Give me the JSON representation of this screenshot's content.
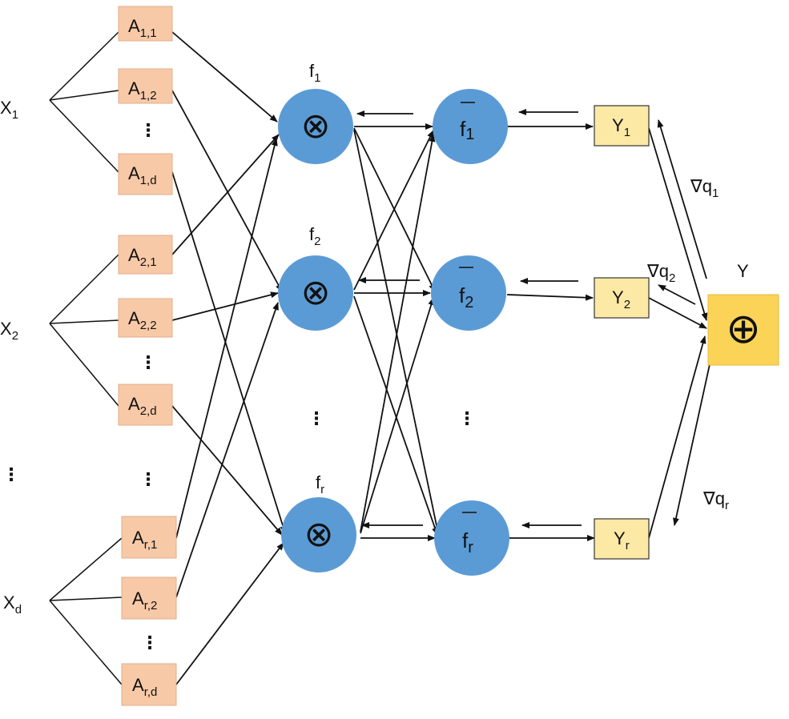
{
  "colors": {
    "a_box_fill": "#f8c9a7",
    "a_box_stroke": "#e2ad8d",
    "circle_fill": "#5b9bd5",
    "y_box_fill": "#fde9a6",
    "y_box_stroke": "#333333",
    "sum_fill": "#fbd357",
    "sum_stroke": "#e6b93c"
  },
  "inputs": [
    {
      "base": "X",
      "sub": "1"
    },
    {
      "base": "X",
      "sub": "2"
    },
    {
      "base": "X",
      "sub": "d"
    }
  ],
  "a_nodes": [
    {
      "base": "A",
      "sub": "1,1"
    },
    {
      "base": "A",
      "sub": "1,2"
    },
    {
      "base": "A",
      "sub": "1,d"
    },
    {
      "base": "A",
      "sub": "2,1"
    },
    {
      "base": "A",
      "sub": "2,2"
    },
    {
      "base": "A",
      "sub": "2,d"
    },
    {
      "base": "A",
      "sub": "r,1"
    },
    {
      "base": "A",
      "sub": "r,2"
    },
    {
      "base": "A",
      "sub": "r,d"
    }
  ],
  "product_nodes": [
    {
      "symbol": "⊗",
      "label_base": "f",
      "label_sub": "1"
    },
    {
      "symbol": "⊗",
      "label_base": "f",
      "label_sub": "2"
    },
    {
      "symbol": "⊗",
      "label_base": "f",
      "label_sub": "r"
    }
  ],
  "fbar_nodes": [
    {
      "base": "f",
      "sub": "1"
    },
    {
      "base": "f",
      "sub": "2"
    },
    {
      "base": "f",
      "sub": "r"
    }
  ],
  "y_nodes": [
    {
      "base": "Y",
      "sub": "1"
    },
    {
      "base": "Y",
      "sub": "2"
    },
    {
      "base": "Y",
      "sub": "r"
    }
  ],
  "sum_node": {
    "symbol": "⊕",
    "label": "Y"
  },
  "gradients": [
    {
      "base": "∇q",
      "sub": "1"
    },
    {
      "base": "∇q",
      "sub": "2"
    },
    {
      "base": "∇q",
      "sub": "r"
    }
  ],
  "ellipsis": "⋮"
}
